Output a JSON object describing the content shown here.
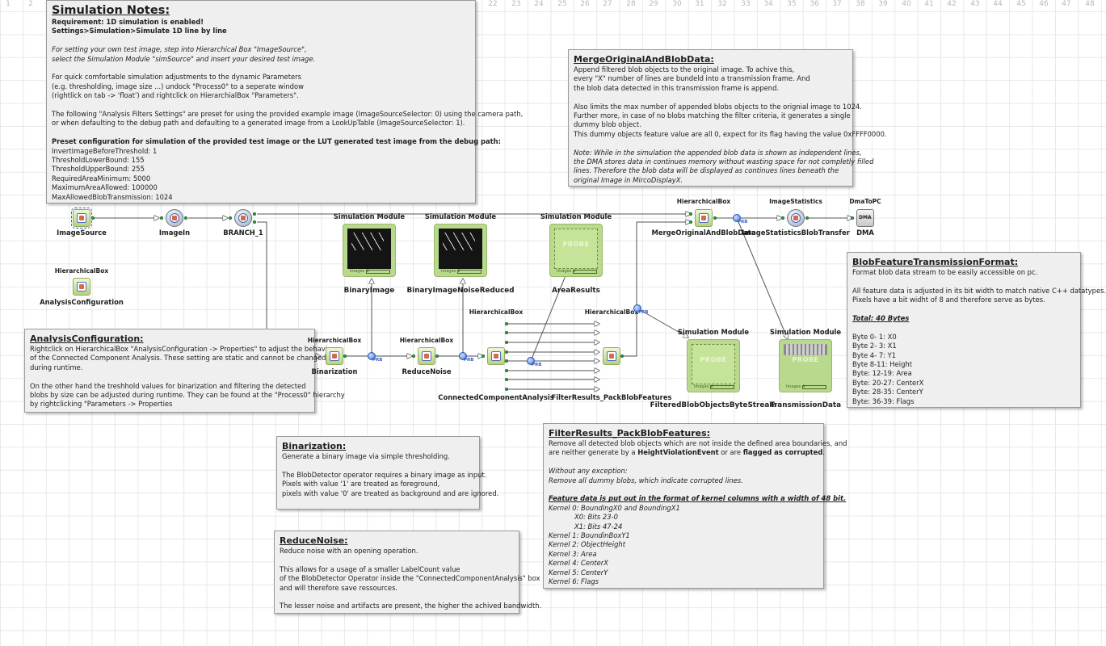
{
  "ruler": {
    "ticks": [
      "1",
      "2",
      "22",
      "23",
      "24",
      "25",
      "26",
      "27",
      "28",
      "29",
      "30",
      "31",
      "32",
      "33",
      "34",
      "35",
      "36",
      "37",
      "38",
      "39",
      "40",
      "41",
      "42",
      "43",
      "44",
      "45",
      "46",
      "47",
      "48"
    ]
  },
  "notes": {
    "simulation": {
      "title": "Simulation Notes:",
      "lines": [
        {
          "s": "b",
          "t": "Requirement: 1D simulation is enabled!"
        },
        {
          "s": "b",
          "t": "Settings>Simulation>Simulate 1D line by line"
        },
        {
          "s": "",
          "t": ""
        },
        {
          "s": "i",
          "t": "For setting your own test image, step into Hierarchical Box \"ImageSource\","
        },
        {
          "s": "i",
          "t": "select the Simulation Module \"simSource\" and insert your desired test image."
        },
        {
          "s": "",
          "t": ""
        },
        {
          "s": "",
          "t": "For quick comfortable simulation adjustments to the dynamic Parameters"
        },
        {
          "s": "",
          "t": "(e.g. thresholding, image size ...) undock \"Process0\" to a seperate window"
        },
        {
          "s": "",
          "t": "(rightlick on tab -> 'float')  and rightclick on HierarchialBox \"Parameters\"."
        },
        {
          "s": "",
          "t": ""
        },
        {
          "s": "",
          "t": "The following \"Analysis Filters Settings\" are preset for using the provided example image (ImageSourceSelector: 0) using the camera path,"
        },
        {
          "s": "",
          "t": "or when defaulting to the debug path and defaulting to a generated image from a LookUpTable (ImageSourceSelector: 1)."
        },
        {
          "s": "",
          "t": ""
        },
        {
          "s": "b",
          "t": "Preset configuration for simulation of the provided test image or the LUT generated test image from the debug path:"
        },
        {
          "s": "",
          "t": "InvertImageBeforeThreshold: 1"
        },
        {
          "s": "",
          "t": "ThresholdLowerBound: 155"
        },
        {
          "s": "",
          "t": "ThresholdUpperBound: 255"
        },
        {
          "s": "",
          "t": "RequiredAreaMinimum: 5000"
        },
        {
          "s": "",
          "t": "MaximumAreaAllowed: 100000"
        },
        {
          "s": "",
          "t": "MaxAllowedBlobTransmission: 1024"
        }
      ]
    },
    "merge": {
      "title": "MergeOriginalAndBlobData:",
      "lines": [
        {
          "s": "",
          "t": "Append filtered blob objects to the original image. To achive this,"
        },
        {
          "s": "",
          "t": "every \"X\" number of lines are bundeld into a transmission frame. And"
        },
        {
          "s": "",
          "t": "the blob data detected in this transmission frame is append."
        },
        {
          "s": "",
          "t": ""
        },
        {
          "s": "",
          "t": "Also limits the max number of appended blobs objects to the orignial image to 1024."
        },
        {
          "s": "",
          "t": "Further more, in case of no blobs matching the filter criteria, it generates a single"
        },
        {
          "s": "",
          "t": "dummy blob object."
        },
        {
          "s": "",
          "t": "This dummy objects feature value are all 0, expect for its flag having the value 0xFFFF0000."
        },
        {
          "s": "",
          "t": ""
        },
        {
          "s": "i",
          "t": "Note: While in the simulation the appended blob data is shown as independent lines,"
        },
        {
          "s": "i",
          "t": "the DMA stores data in continues memory without wasting space for not completly filled"
        },
        {
          "s": "i",
          "t": "lines. Therefore the blob data will be displayed as continues lines beneath the"
        },
        {
          "s": "i",
          "t": "original Image in MircoDisplayX."
        }
      ]
    },
    "analysis": {
      "title": "AnalysisConfiguration:",
      "lines": [
        {
          "s": "",
          "t": "Rightclick on HierarchicalBox \"AnalysisConfiguration -> Properties\" to adjust the behavior"
        },
        {
          "s": "",
          "t": "of the Connected Component Analysis. These setting are static and cannot be changed"
        },
        {
          "s": "",
          "t": "during runtime."
        },
        {
          "s": "",
          "t": ""
        },
        {
          "s": "",
          "t": "On the other hand the treshhold values for binarization and filtering the detected"
        },
        {
          "s": "",
          "t": "blobs by size can be adjusted during runtime. They can be found at the \"Process0\" hierarchy"
        },
        {
          "s": "",
          "t": "by rightclicking \"Parameters -> Properties"
        }
      ]
    },
    "blobformat": {
      "title": "BlobFeatureTransmissionFormat:",
      "lines": [
        {
          "s": "",
          "t": "Format blob data stream to be easily accessible on pc."
        },
        {
          "s": "",
          "t": ""
        },
        {
          "s": "",
          "t": "All feature data is adjusted in its bit width to match native C++ datatypes."
        },
        {
          "s": "",
          "t": "Pixels have a bit widht of 8 and therefore serve as bytes."
        },
        {
          "s": "",
          "t": ""
        },
        {
          "s": "bi",
          "t": "Total: 40 Bytes"
        },
        {
          "s": "",
          "t": ""
        },
        {
          "s": "",
          "t": "Byte   0-  1:    X0"
        },
        {
          "s": "",
          "t": "Byte   2-  3:    X1"
        },
        {
          "s": "",
          "t": "Byte   4-  7:    Y1"
        },
        {
          "s": "",
          "t": "Byte   8-11:    Height"
        },
        {
          "s": "",
          "t": "Byte: 12-19:  Area"
        },
        {
          "s": "",
          "t": "Byte: 20-27: CenterX"
        },
        {
          "s": "",
          "t": "Byte: 28-35: CenterY"
        },
        {
          "s": "",
          "t": "Byte: 36-39: Flags"
        }
      ]
    },
    "binarization": {
      "title": "Binarization:",
      "lines": [
        {
          "s": "",
          "t": "Generate a binary image via simple thresholding."
        },
        {
          "s": "",
          "t": ""
        },
        {
          "s": "",
          "t": "The BlobDetector operator requires a binary image as input."
        },
        {
          "s": "",
          "t": "Pixels with value '1' are treated as foreground,"
        },
        {
          "s": "",
          "t": "pixels with value '0' are treated as background and are ignored."
        }
      ]
    },
    "filter": {
      "title": "FilterResults_PackBlobFeatures:",
      "line1": "Remove all detected blob objects which are not inside the defined area boundaries, and",
      "line2a": "are neither generate by a ",
      "line2b": "HeightViolationEvent",
      "line2c": " or are ",
      "line2d": "flagged as corrupted",
      "line2e": ".",
      "lines": [
        {
          "s": "",
          "t": ""
        },
        {
          "s": "i",
          "t": "Without any exception:"
        },
        {
          "s": "i",
          "t": "Remove all dummy blobs, which indicate corrupted lines."
        },
        {
          "s": "",
          "t": ""
        },
        {
          "s": "bi",
          "t": "Feature data is put out in the format of kernel columns with a width of 48 bit."
        },
        {
          "s": "i",
          "t": "Kernel 0: BoundingX0 and BoundingX1"
        },
        {
          "s": "i ind",
          "t": "X0: Bits 23-0"
        },
        {
          "s": "i ind",
          "t": "X1: Bits 47-24"
        },
        {
          "s": "i",
          "t": "Kernel 1: BoundinBoxY1"
        },
        {
          "s": "i",
          "t": "Kernel 2: ObjectHeight"
        },
        {
          "s": "i",
          "t": "Kernel 3: Area"
        },
        {
          "s": "i",
          "t": "Kernel 4: CenterX"
        },
        {
          "s": "i",
          "t": "Kernel 5: CenterY"
        },
        {
          "s": "i",
          "t": "Kernel 6: Flags"
        }
      ]
    },
    "reduce": {
      "title": "ReduceNoise:",
      "lines": [
        {
          "s": "",
          "t": "Reduce noise with an opening operation."
        },
        {
          "s": "",
          "t": ""
        },
        {
          "s": "",
          "t": "This allows for a usage of a smaller LabelCount value"
        },
        {
          "s": "",
          "t": "of the BlobDetector Operator inside the \"ConnectedComponentAnalysis\" box"
        },
        {
          "s": "",
          "t": "and will therefore save ressources."
        },
        {
          "s": "",
          "t": ""
        },
        {
          "s": "",
          "t": "The lesser noise and artifacts are present, the higher the achived bandwidth."
        }
      ]
    }
  },
  "nodes": {
    "image_source": "ImageSource",
    "image_in": "ImageIn",
    "branch": "BRANCH_1",
    "analysis_head": "HierarchicalBox",
    "analysis": "AnalysisConfiguration",
    "binarization_head": "HierarchicalBox",
    "binarization": "Binarization",
    "reduce_head": "HierarchicalBox",
    "reduce": "ReduceNoise",
    "cca_head": "HierarchicalBox",
    "cca": "ConnectedComponentAnalysis",
    "filter_head": "HierarchicalBox",
    "filter": "FilterResults_PackBlobFeatures",
    "merge_head": "HierarchicalBox",
    "merge": "MergeOriginalAndBlobData",
    "stats_head": "ImageStatistics",
    "stats": "ImageStatisticsBlobTransfer",
    "dma_head": "DmaToPC",
    "dma": "DMA",
    "dma_icon_text": "DMA"
  },
  "sims": {
    "head": "Simulation Module",
    "probe": "PROBE",
    "foot": "Images #",
    "binary": "BinaryImage",
    "noise": "BinaryImageNoiseReduced",
    "area": "AreaResults",
    "filtered": "FilteredBlobObjectsByteStream",
    "transmission": "TransmissionData"
  },
  "probe_label": "PRB"
}
